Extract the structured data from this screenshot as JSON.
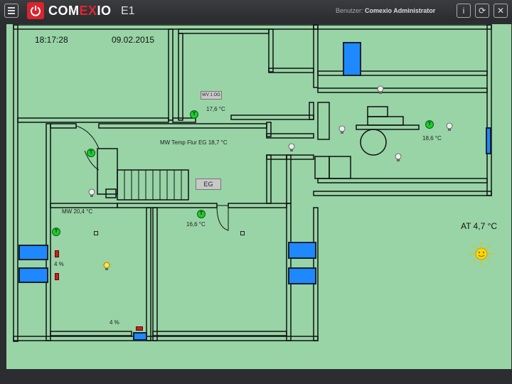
{
  "app": {
    "brand_prefix": "COM",
    "brand_ex": "EX",
    "brand_suffix": "IO",
    "brand_sub": "E1",
    "user_label": "Benutzer:",
    "user_name": "Comexio Administrator"
  },
  "toolbar": {
    "info_label": "i",
    "refresh_label": "⟳",
    "close_label": "✕"
  },
  "plan": {
    "time": "18:17:28",
    "date": "09.02.2015",
    "outside_temp": "AT 4,7 °C",
    "eg_button": "EG",
    "wv_button": "WV 1 OG",
    "labels": {
      "temp_room_top": "17,6 °C",
      "flur_temp": "MW Temp Flur EG 18,7 °C",
      "temp_right_room": "18,6 °C",
      "mw_left": "MW 20,4 °C",
      "temp_center": "16,6 °C",
      "pct_left": "4 %",
      "pct_bottom": "4 %"
    },
    "sensor_label": "T"
  }
}
